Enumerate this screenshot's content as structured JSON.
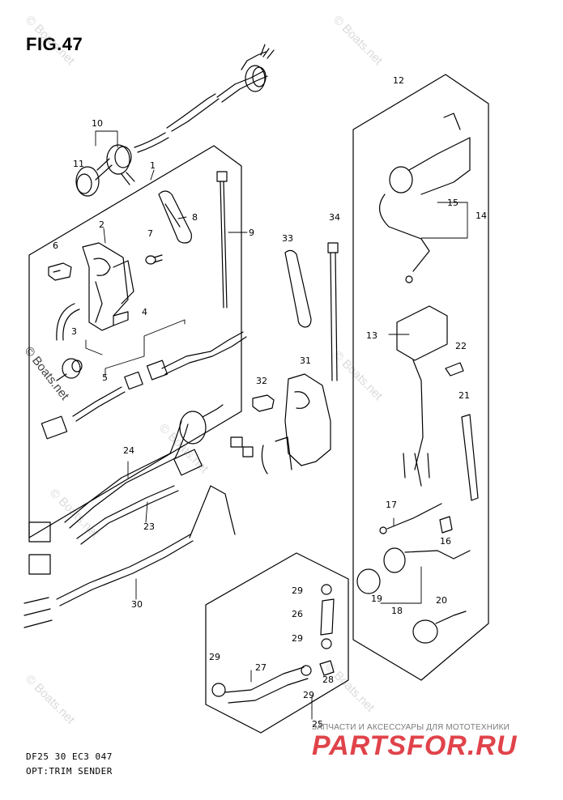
{
  "figure": {
    "title": "FIG.47",
    "code": "DF25 30 EC3  047",
    "caption": "OPT:TRIM SENDER"
  },
  "watermarks": [
    "© Boats.net",
    "© Boats.net",
    "© Boats.net",
    "© Boats.net",
    "© Boats.net",
    "© Boats.net",
    "© Boats.net"
  ],
  "watermark_left": "© Boats.net",
  "shop": {
    "tagline": "ЗАПЧАСТИ И АКСЕССУАРЫ ДЛЯ МОТОТЕХНИКИ",
    "logo": "PARTSFOR.RU"
  },
  "parts": {
    "p1": "1",
    "p2": "2",
    "p3": "3",
    "p4": "4",
    "p5": "5",
    "p6": "6",
    "p7": "7",
    "p8": "8",
    "p9": "9",
    "p10": "10",
    "p11": "11",
    "p12": "12",
    "p13": "13",
    "p14": "14",
    "p15": "15",
    "p16": "16",
    "p17": "17",
    "p18": "18",
    "p19": "19",
    "p20": "20",
    "p21": "21",
    "p22": "22",
    "p23": "23",
    "p24": "24",
    "p25": "25",
    "p26": "26",
    "p27": "27",
    "p28": "28",
    "p29": "29",
    "p30": "30",
    "p31": "31",
    "p32": "32",
    "p33": "33",
    "p34": "34"
  }
}
